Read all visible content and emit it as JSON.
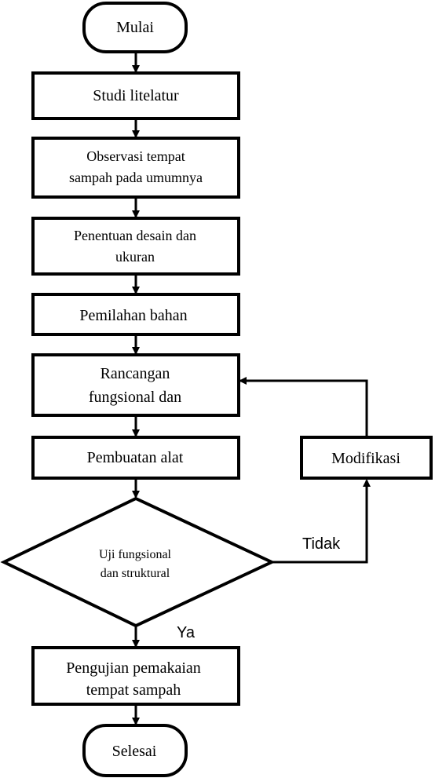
{
  "nodes": {
    "start": "Mulai",
    "study": "Studi litelatur",
    "observe_line1": "Observasi tempat",
    "observe_line2": "sampah pada umumnya",
    "design_line1": "Penentuan desain dan",
    "design_line2": "ukuran",
    "material": "Pemilahan bahan",
    "plan_line1": "Rancangan",
    "plan_line2": "fungsional dan",
    "build": "Pembuatan alat",
    "test_line1": "Uji fungsional",
    "test_line2": "dan struktural",
    "modify": "Modifikasi",
    "trial_line1": "Pengujian pemakaian",
    "trial_line2": "tempat sampah",
    "end": "Selesai"
  },
  "edges": {
    "no_label": "Tidak",
    "yes_label": "Ya"
  }
}
